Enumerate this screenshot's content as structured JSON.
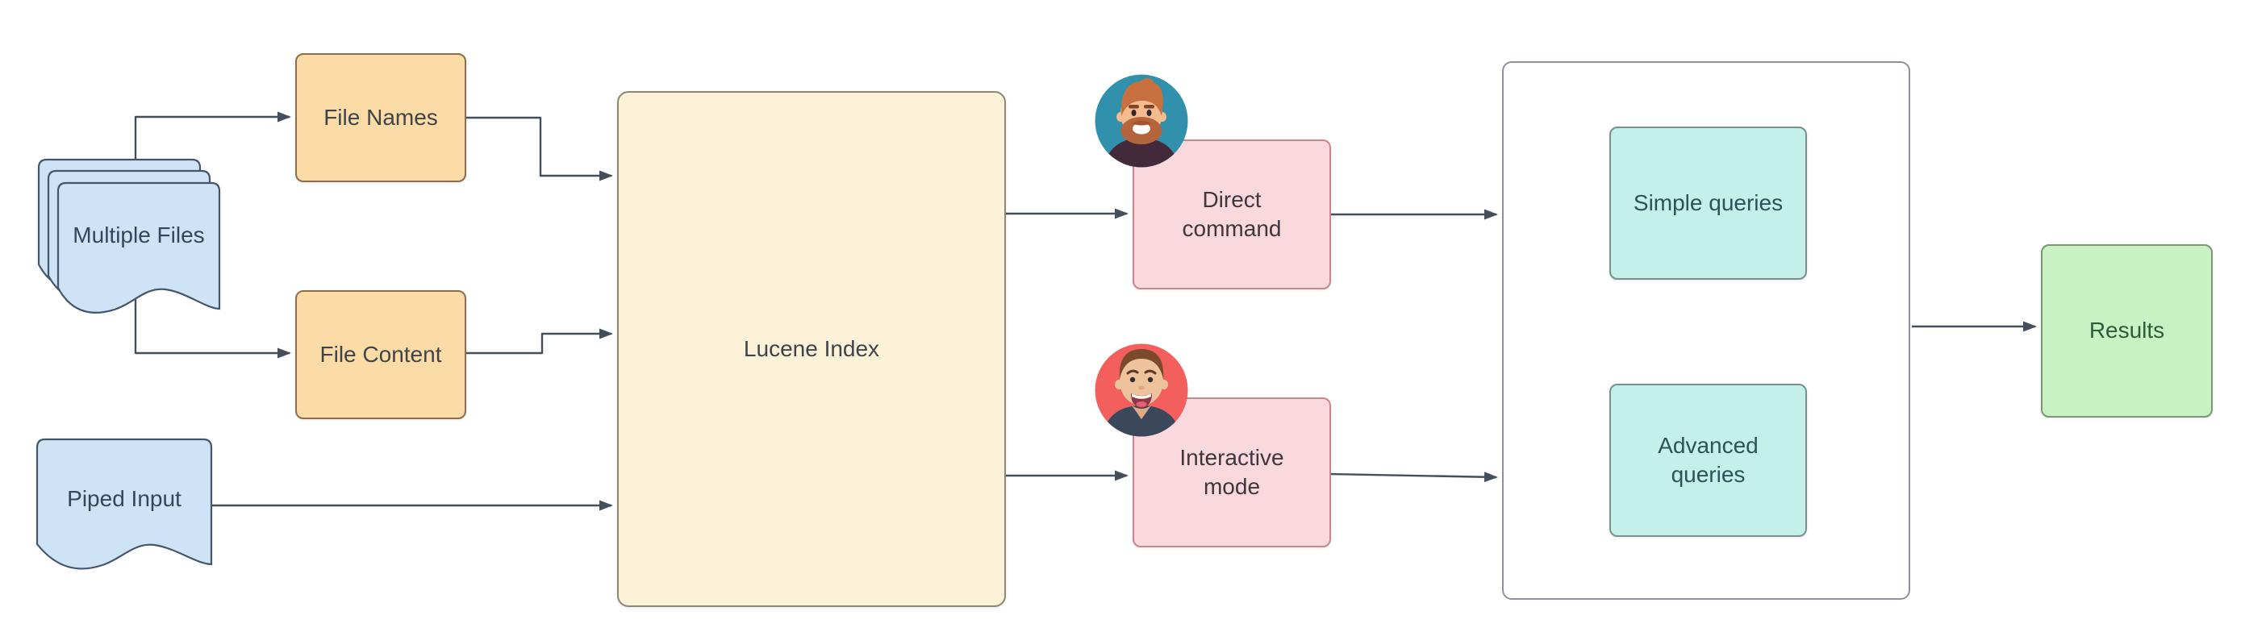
{
  "nodes": {
    "multiple_files": "Multiple Files",
    "file_names": "File Names",
    "file_content": "File Content",
    "piped_input": "Piped Input",
    "lucene_index": "Lucene Index",
    "direct_command": "Direct command",
    "interactive_mode": "Interactive mode",
    "simple_queries": "Simple queries",
    "advanced_queries": "Advanced queries",
    "results": "Results"
  },
  "icons": {
    "avatar_top": "bearded-man-avatar",
    "avatar_bottom": "young-man-avatar"
  },
  "palette": {
    "blue_fill": "#cfe3f7",
    "blue_stroke": "#44566b",
    "orange_fill": "#fcdca6",
    "orange_stroke": "#8a6f4c",
    "cream_fill": "#fcf2d7",
    "cream_stroke": "#8c8672",
    "pink_fill": "#f9d9dd",
    "pink_stroke": "#c8868f",
    "teal_fill": "#c3f0e8",
    "teal_stroke": "#78918e",
    "green_fill": "#c9f2c4",
    "green_stroke": "#7d9678",
    "container_fill": "#ffffff",
    "container_stroke": "#8b9299",
    "connector": "#454f5b",
    "text_dark": "#3f444c",
    "text_blue": "#33475c",
    "text_teal": "#2f5257",
    "text_green": "#305a3c",
    "text_pink": "#40373e",
    "avatar1_bg": "#3191ad",
    "avatar1_hair": "#c9703f",
    "avatar1_beard": "#b5653c",
    "avatar1_skin": "#f3bb8e",
    "avatar1_shirt": "#432a3a",
    "avatar2_bg": "#f25f5c",
    "avatar2_hair": "#7b4a2e",
    "avatar2_skin": "#eec29b",
    "avatar2_shirt": "#3b485c"
  }
}
